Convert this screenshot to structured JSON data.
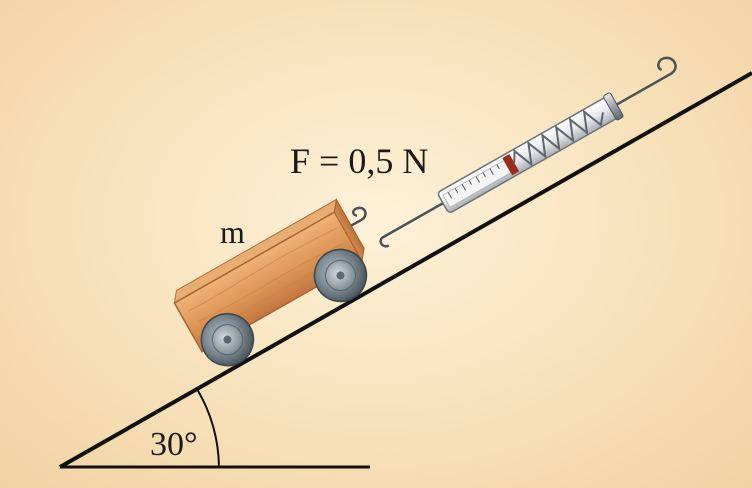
{
  "labels": {
    "force": "F = 0,5 N",
    "mass": "m",
    "angle": "30°"
  },
  "angle_degrees": 30,
  "colors": {
    "line": "#111111",
    "wood_top": "#e7a465",
    "wood_side": "#c77d45",
    "wheel": "#7d8a93",
    "spring": "#9aa0a8",
    "marker": "#9c2a1e"
  }
}
